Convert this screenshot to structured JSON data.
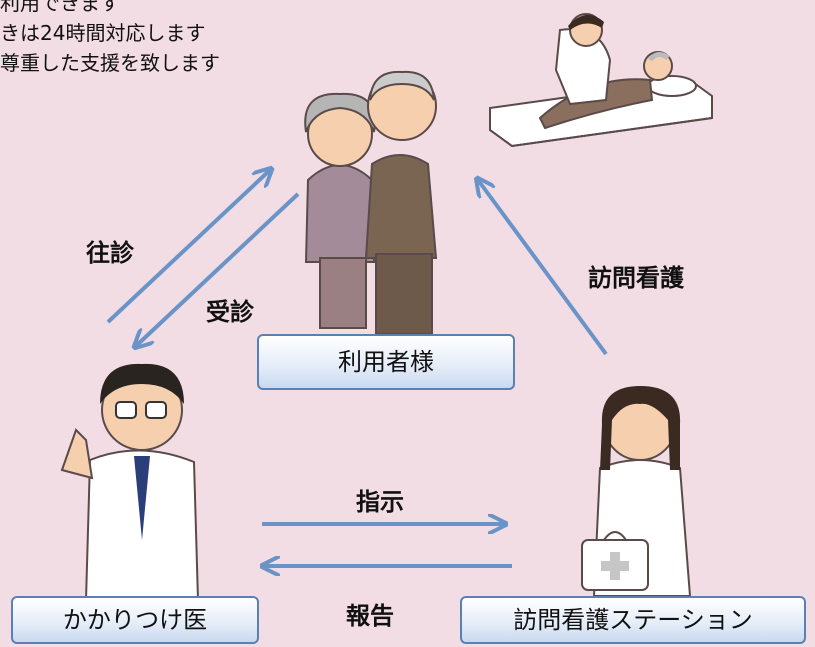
{
  "intro_lines": [
    "利用できます",
    "きは24時間対応します",
    "尊重した支援を致します"
  ],
  "nodes": {
    "user": "利用者様",
    "doctor": "かかりつけ医",
    "station": "訪問看護ステーション"
  },
  "edges": {
    "house_call": "往診",
    "consultation": "受診",
    "home_nursing": "訪問看護",
    "instruction": "指示",
    "report": "報告"
  },
  "colors": {
    "background": "#f2dde4",
    "arrow": "#6a93c8",
    "node_border": "#5a80b4"
  }
}
